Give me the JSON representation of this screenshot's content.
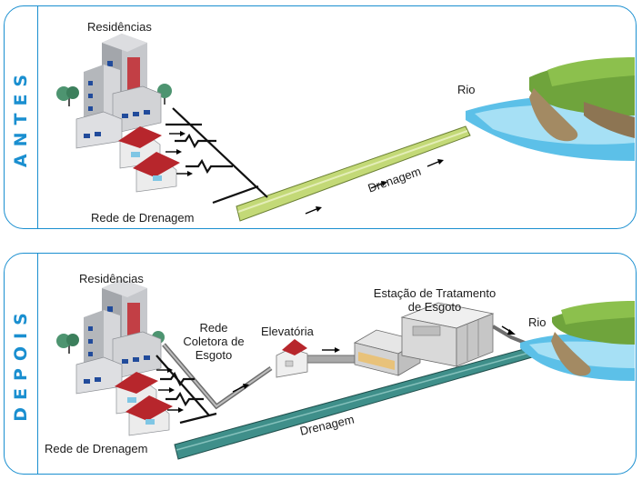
{
  "antes": {
    "side_label": "ANTES",
    "residencias": "Residências",
    "rede_drenagem": "Rede de Drenagem",
    "drenagem": "Drenagem",
    "rio": "Rio"
  },
  "depois": {
    "side_label": "DEPOIS",
    "residencias": "Residências",
    "rede_coletora": "Rede Coletora de Esgoto",
    "elevatoria": "Elevatória",
    "estacao": "Estação de Tratamento de Esgoto",
    "rio": "Rio",
    "rede_drenagem": "Rede de Drenagem",
    "drenagem": "Drenagem"
  },
  "colors": {
    "border": "#1a8fd0",
    "drainage_antes": "#c3d977",
    "drainage_depois": "#3f8f8a",
    "roof": "#c1272d",
    "building": "#c8c8c8"
  },
  "icons": [
    "tree-icon",
    "building-icon",
    "house-icon",
    "arrow-icon",
    "water-icon"
  ]
}
